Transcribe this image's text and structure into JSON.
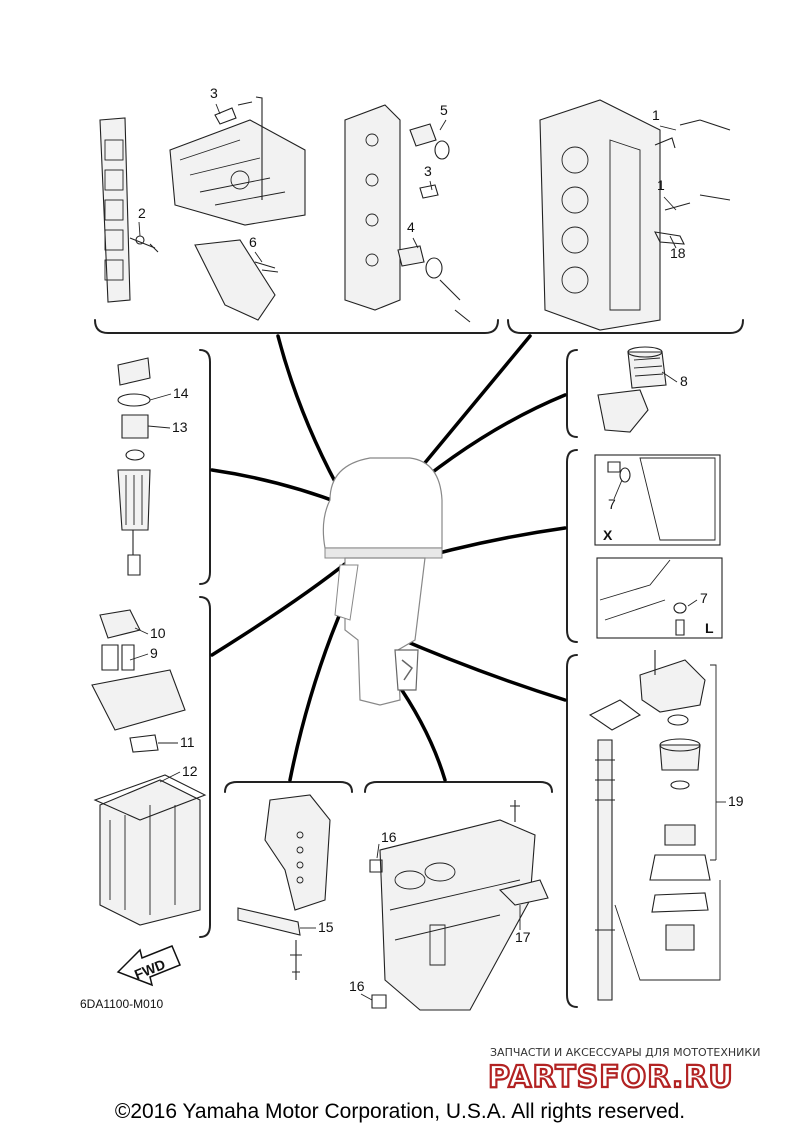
{
  "callouts": [
    {
      "label": "1"
    },
    {
      "label": "1"
    },
    {
      "label": "2"
    },
    {
      "label": "3"
    },
    {
      "label": "3"
    },
    {
      "label": "4"
    },
    {
      "label": "5"
    },
    {
      "label": "6"
    },
    {
      "label": "7"
    },
    {
      "label": "7"
    },
    {
      "label": "8"
    },
    {
      "label": "9"
    },
    {
      "label": "10"
    },
    {
      "label": "11"
    },
    {
      "label": "12"
    },
    {
      "label": "13"
    },
    {
      "label": "14"
    },
    {
      "label": "15"
    },
    {
      "label": "16"
    },
    {
      "label": "16"
    },
    {
      "label": "17"
    },
    {
      "label": "18"
    },
    {
      "label": "19"
    }
  ],
  "view_labels": {
    "x": "X",
    "l": "L"
  },
  "fwd_label": "FWD",
  "diagram_code": "6DA1100-M010",
  "watermark": {
    "subtitle": "ЗАПЧАСТИ И АКСЕССУАРЫ ДЛЯ МОТОТЕХНИКИ",
    "logo": "PARTSFOR.RU"
  },
  "copyright": "©2016 Yamaha Motor Corporation, U.S.A. All rights reserved."
}
